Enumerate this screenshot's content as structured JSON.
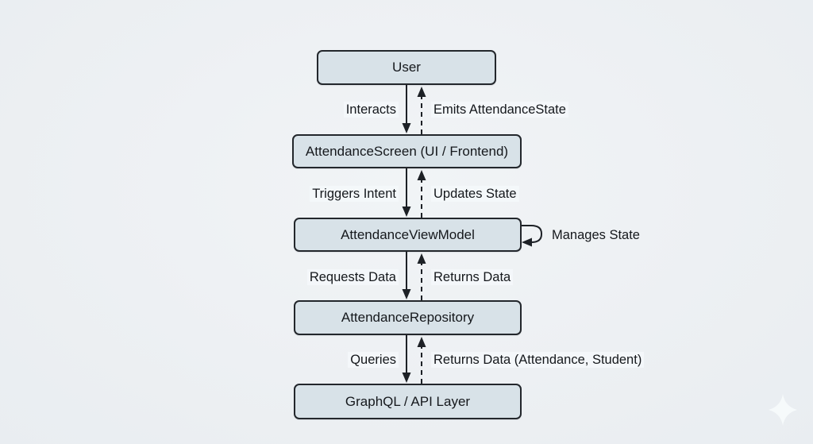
{
  "diagram": {
    "type": "flowchart",
    "nodes": [
      {
        "id": "user",
        "label": "User"
      },
      {
        "id": "screen",
        "label": "AttendanceScreen (UI / Frontend)"
      },
      {
        "id": "viewmodel",
        "label": "AttendanceViewModel"
      },
      {
        "id": "repository",
        "label": "AttendanceRepository"
      },
      {
        "id": "api",
        "label": "GraphQL / API Layer"
      }
    ],
    "edges": [
      {
        "from": "user",
        "to": "screen",
        "label": "Interacts",
        "style": "solid"
      },
      {
        "from": "screen",
        "to": "user",
        "label": "Emits AttendanceState",
        "style": "dashed"
      },
      {
        "from": "screen",
        "to": "viewmodel",
        "label": "Triggers Intent",
        "style": "solid"
      },
      {
        "from": "viewmodel",
        "to": "screen",
        "label": "Updates State",
        "style": "dashed"
      },
      {
        "from": "viewmodel",
        "to": "viewmodel",
        "label": "Manages State",
        "style": "solid-loop"
      },
      {
        "from": "viewmodel",
        "to": "repository",
        "label": "Requests Data",
        "style": "solid"
      },
      {
        "from": "repository",
        "to": "viewmodel",
        "label": "Returns Data",
        "style": "dashed"
      },
      {
        "from": "repository",
        "to": "api",
        "label": "Queries",
        "style": "solid"
      },
      {
        "from": "api",
        "to": "repository",
        "label": "Returns Data (Attendance, Student)",
        "style": "dashed"
      }
    ],
    "colors": {
      "background": "#edf0f3",
      "node_fill": "#d8e2e8",
      "node_border": "#23272c",
      "line": "#1d2126",
      "text": "#15181c",
      "sparkle": "#f8fbfd"
    }
  }
}
